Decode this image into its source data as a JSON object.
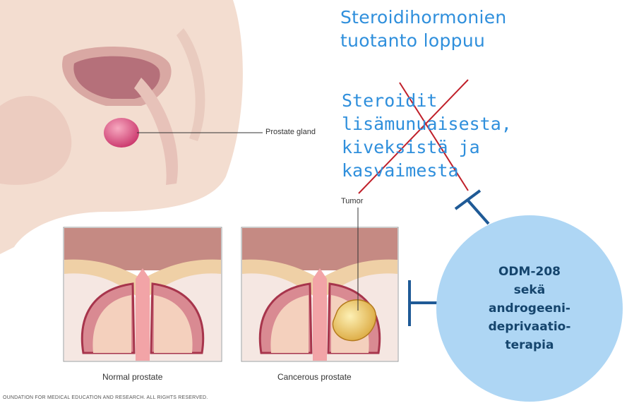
{
  "title_lines": [
    "Steroidihormonien",
    "tuotanto loppuu"
  ],
  "steroid_source_lines": [
    "Steroidit",
    "lisämunuaisesta,",
    "kiveksistä ja",
    "kasvaimesta"
  ],
  "labels": {
    "prostate_gland": "Prostate gland",
    "tumor": "Tumor",
    "normal_prostate": "Normal prostate",
    "cancerous_prostate": "Cancerous prostate"
  },
  "treatment_lines": [
    "ODM-208",
    "sekä",
    "androgeeni-",
    "deprivaatio-",
    "terapia"
  ],
  "footer": "OUNDATION FOR MEDICAL EDUCATION AND RESEARCH. ALL RIGHTS RESERVED.",
  "colors": {
    "text_blue": "#2f8fdc",
    "cross_red": "#c0202a",
    "inhibitor_blue": "#1f5a96",
    "circle_fill": "#aed6f4",
    "circle_text": "#15456d"
  }
}
